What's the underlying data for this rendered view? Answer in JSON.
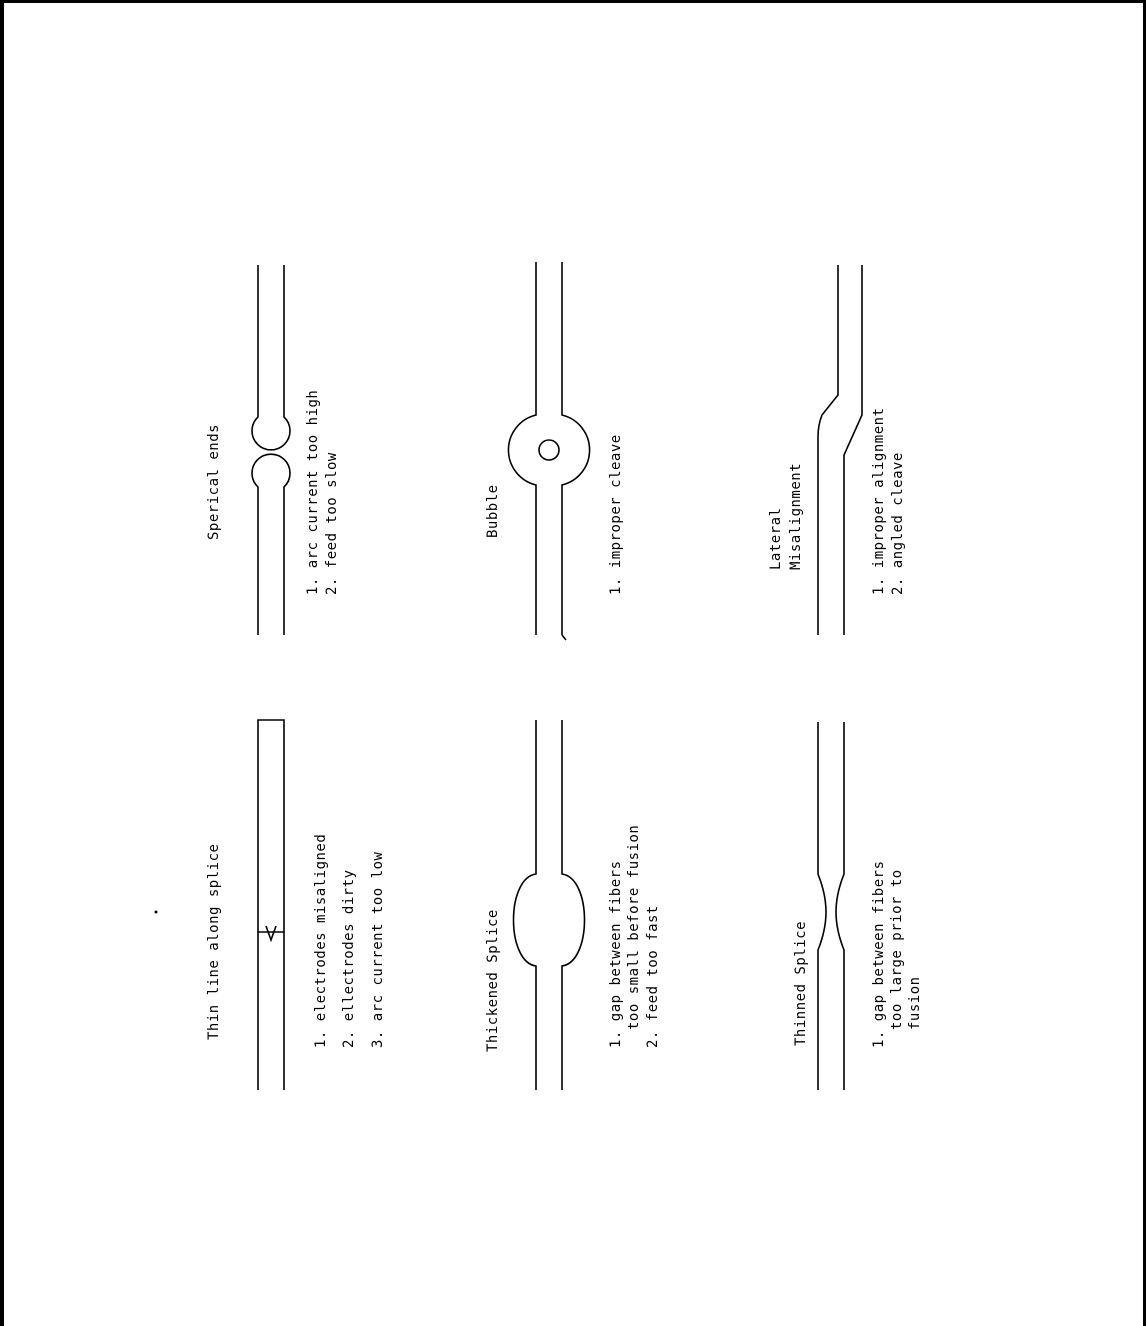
{
  "diagrams": [
    {
      "title": "Sperical ends",
      "causes": [
        "1. arc current too high",
        "2. feed too slow"
      ]
    },
    {
      "title": "Bubble",
      "causes": [
        "1. improper cleave"
      ]
    },
    {
      "title_lines": [
        "Lateral",
        "Misalignment"
      ],
      "causes": [
        "1. improper alignment",
        "2. angled cleave"
      ]
    },
    {
      "title": "Thin line along splice",
      "causes": [
        "1. electrodes misaligned",
        "2. ellectrodes dirty",
        "3. arc current too low"
      ]
    },
    {
      "title": "Thickened Splice",
      "causes": [
        "1. gap between fibers",
        "too small before fusion",
        "2. feed too fast"
      ]
    },
    {
      "title": "Thinned Splice",
      "causes": [
        "1. gap between fibers",
        "too large prior to",
        "fusion"
      ]
    }
  ]
}
